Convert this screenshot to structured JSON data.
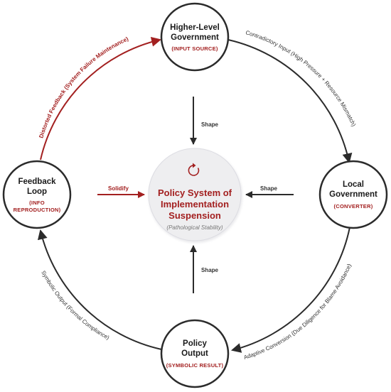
{
  "nodes": {
    "top": {
      "line1": "Higher-Level",
      "line2": "Government",
      "role": "(INPUT SOURCE)"
    },
    "right": {
      "line1": "Local",
      "line2": "Government",
      "role": "(CONVERTER)"
    },
    "bottom": {
      "line1": "Policy",
      "line2": "Output",
      "role": "(SYMBOLIC RESULT)"
    },
    "left": {
      "line1": "Feedback",
      "line2": "Loop",
      "role1": "(INFO",
      "role2": "REPRODUCTION)"
    }
  },
  "center": {
    "icon": "refresh-icon",
    "title_line1": "Policy System of",
    "title_line2": "Implementation",
    "title_line3": "Suspension",
    "subtitle": "(Pathological Stability)"
  },
  "edges": {
    "top_to_right": "Contradictory Input (High Pressure + Resource Mismatch)",
    "right_to_bottom": "Adaptive Conversion (Due Diligence for Blame Avoidance)",
    "bottom_to_left": "Symbolic Output (Formal Compliance)",
    "left_to_top": "Distorted Feedback (System Failure Maintenance)"
  },
  "inward": {
    "top": "Shape",
    "right": "Shape",
    "bottom": "Shape",
    "left": "Solidify"
  },
  "colors": {
    "accent": "#a32020",
    "dark": "#2b2b2b",
    "center_fill": "#eeeef0"
  }
}
